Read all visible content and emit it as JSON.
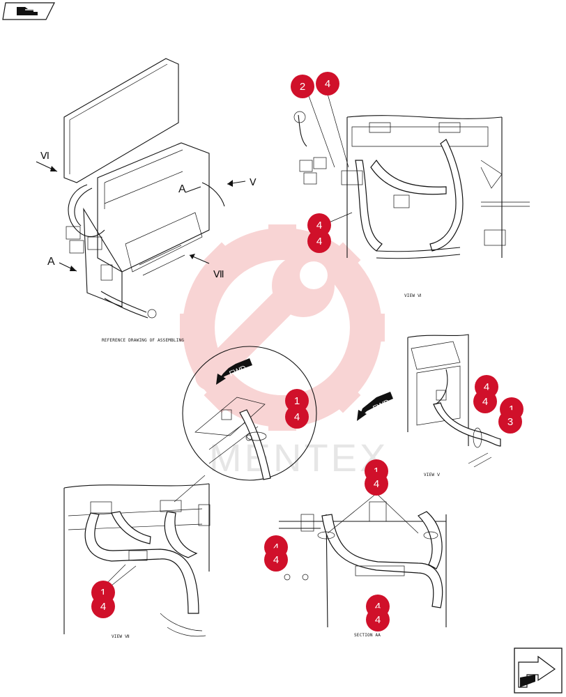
{
  "nav": {
    "top_icon": "book-arrow-icon",
    "bottom_icon": "next-page-arrow-icon"
  },
  "colors": {
    "callout": "#d0102a",
    "watermark": "#f3b1b1"
  },
  "watermark": {
    "text": "MENTEX",
    "logo_icon": "gear-wrench-logo-icon"
  },
  "main_view": {
    "caption": "REFERENCE DRAWING OF ASSEMBLING",
    "labels": {
      "vi": "Ⅵ",
      "v": "Ⅴ",
      "vii": "Ⅶ",
      "a_left": "A",
      "a_top": "A"
    }
  },
  "view_vi": {
    "caption": "VIEW Ⅵ",
    "callouts": [
      {
        "id": "vi-1",
        "num": "2"
      },
      {
        "id": "vi-2",
        "num": "4"
      },
      {
        "id": "vi-3",
        "num": "4"
      },
      {
        "id": "vi-4",
        "num": "4"
      }
    ]
  },
  "detail_circle": {
    "fwd_label": "FWD",
    "callouts": [
      {
        "id": "dc-1",
        "num": "1"
      },
      {
        "id": "dc-2",
        "num": "4"
      }
    ]
  },
  "view_v": {
    "caption": "VIEW Ⅴ",
    "fwd_label": "FWD",
    "callouts": [
      {
        "id": "v-1",
        "num": "4"
      },
      {
        "id": "v-2",
        "num": "4"
      },
      {
        "id": "v-3",
        "num": "1"
      },
      {
        "id": "v-4",
        "num": "3"
      }
    ]
  },
  "view_vii": {
    "caption": "VIEW Ⅶ",
    "callouts": [
      {
        "id": "vii-1",
        "num": "1"
      },
      {
        "id": "vii-2",
        "num": "4"
      }
    ]
  },
  "section_aa": {
    "caption": "SECTION AA",
    "callouts": [
      {
        "id": "aa-1",
        "num": "1"
      },
      {
        "id": "aa-2",
        "num": "4"
      },
      {
        "id": "aa-3",
        "num": "4"
      },
      {
        "id": "aa-4",
        "num": "4"
      },
      {
        "id": "aa-5",
        "num": "4"
      },
      {
        "id": "aa-6",
        "num": "4"
      }
    ]
  }
}
